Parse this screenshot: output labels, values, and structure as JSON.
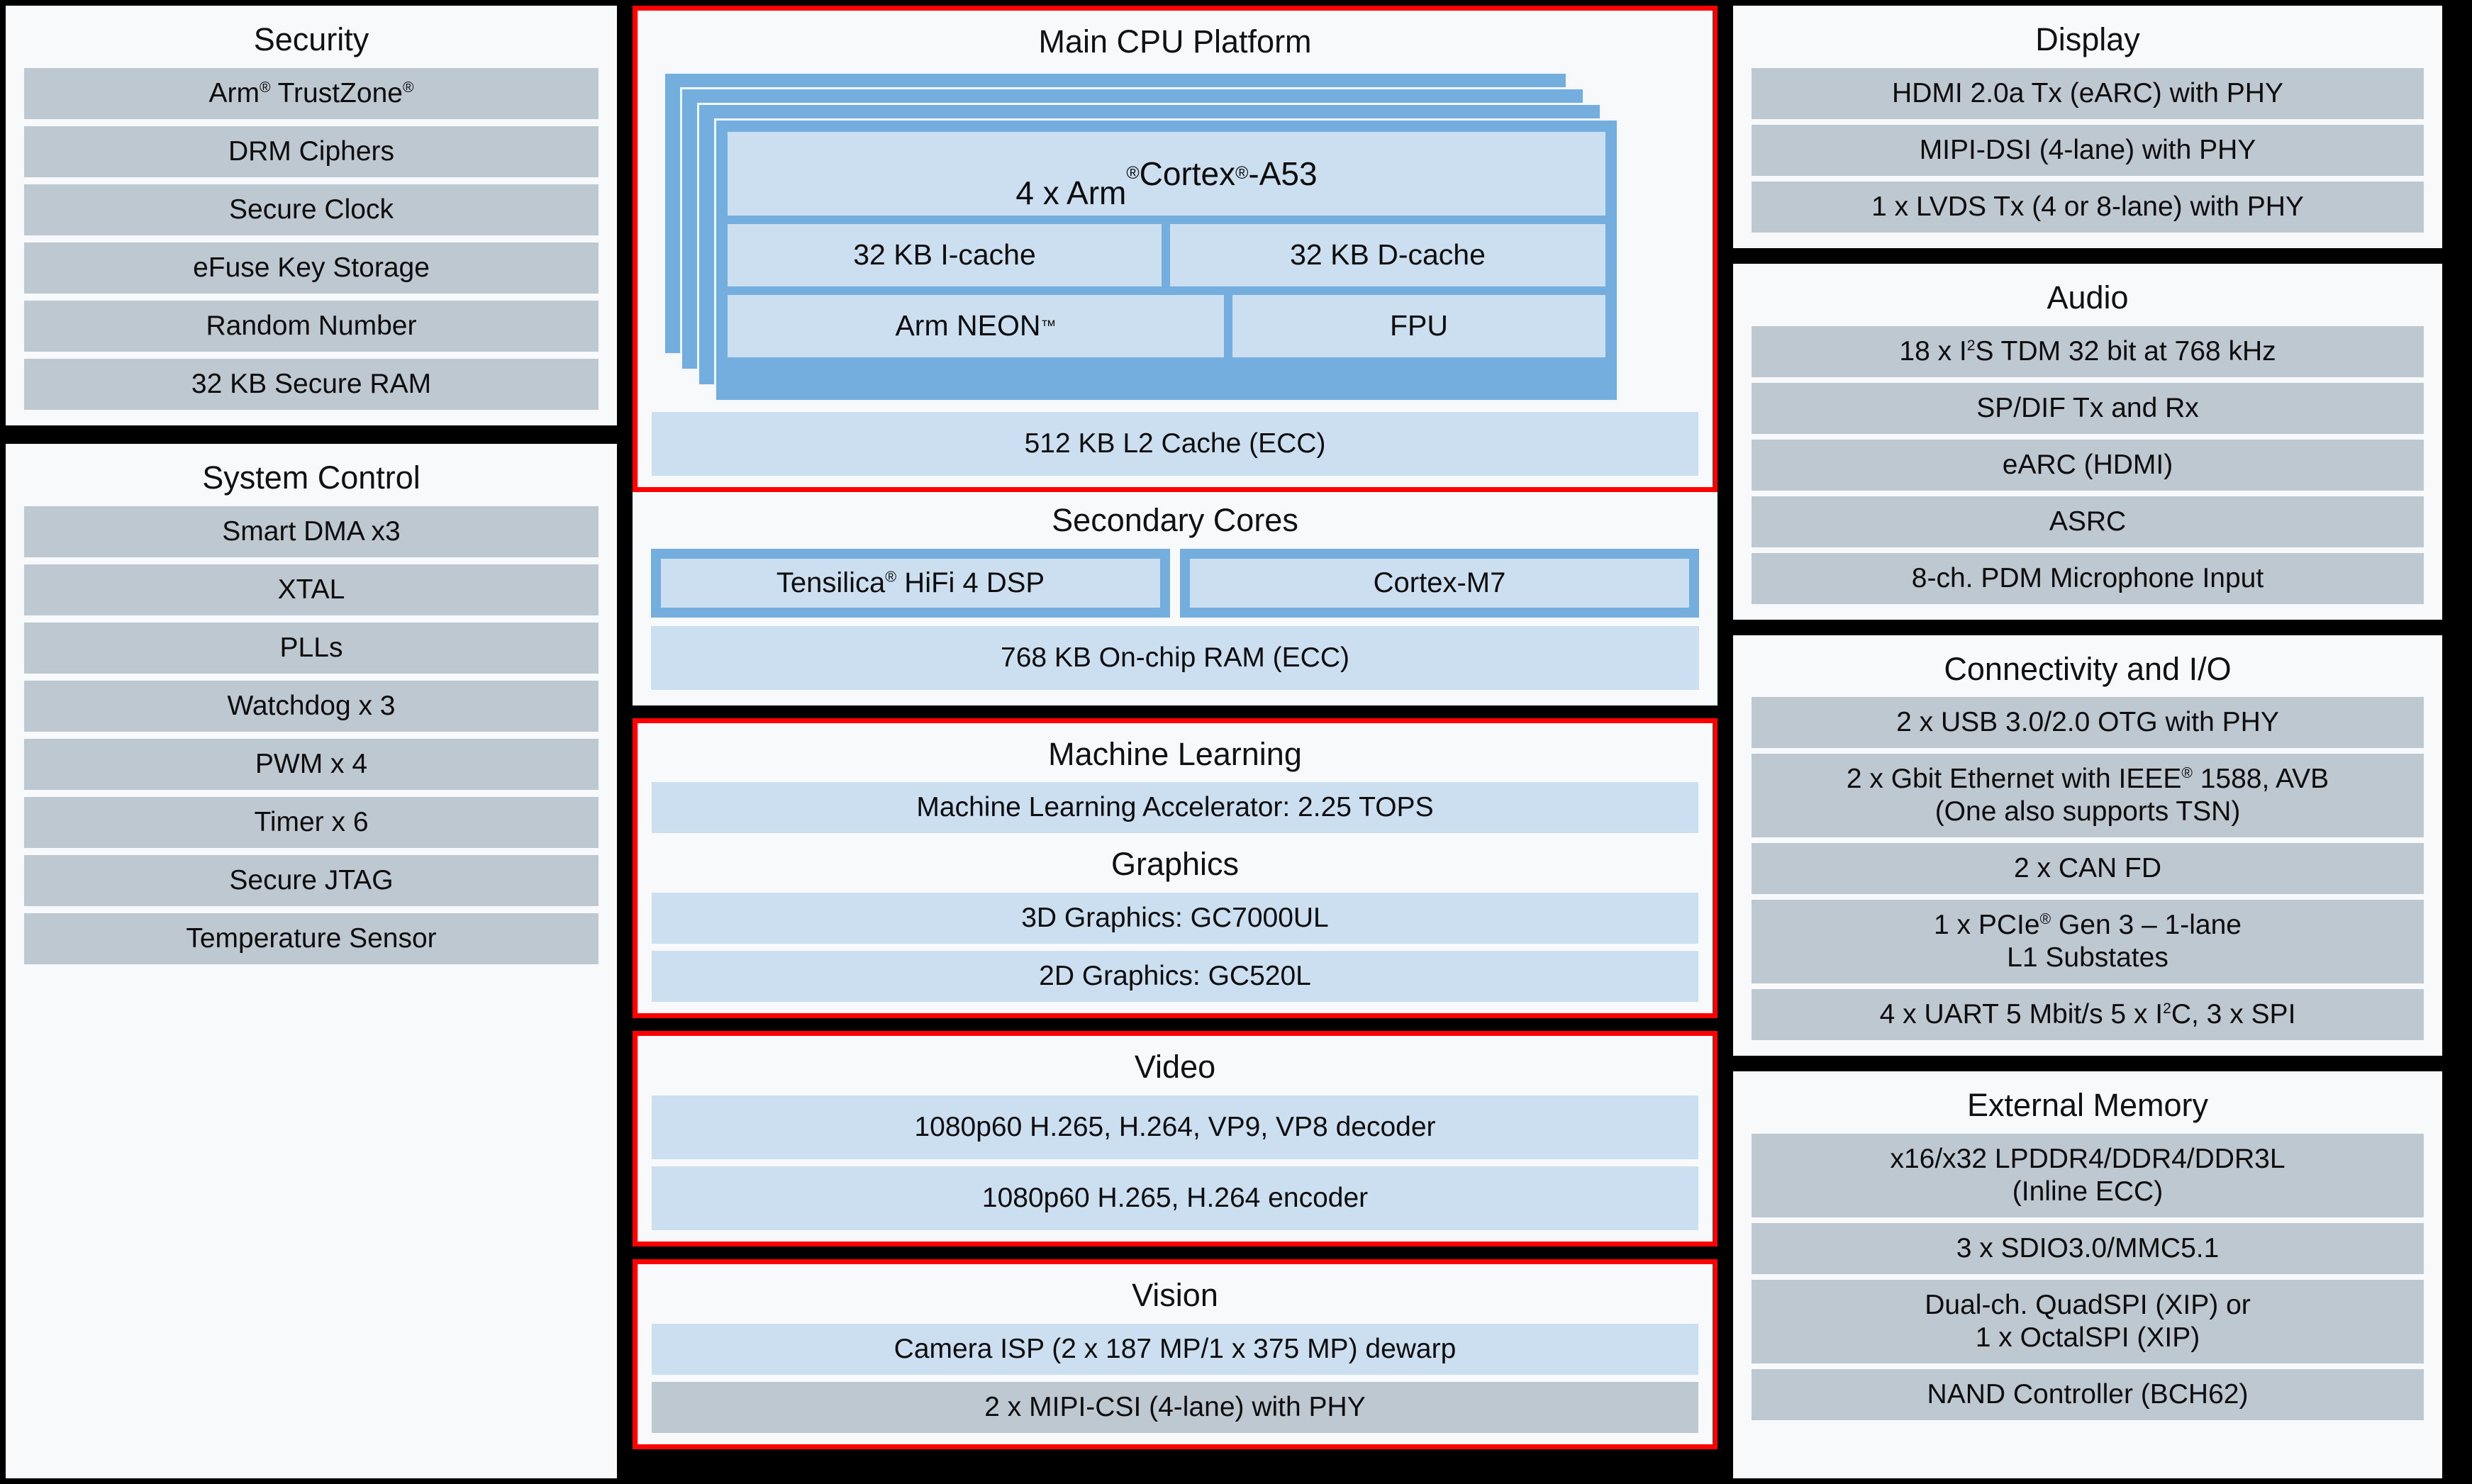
{
  "colors": {
    "background": "#000000",
    "panel_bg": "#F7F9FB",
    "gray_bar": "#BEC8D1",
    "light_blue_bar": "#CBDFF1",
    "medium_blue": "#74AEDE",
    "highlight_border": "#FF0000",
    "text": "#0D0D0D"
  },
  "left_column": {
    "security": {
      "title": "Security",
      "items": [
        "Arm® TrustZone®",
        "DRM Ciphers",
        "Secure Clock",
        "eFuse Key Storage",
        "Random Number",
        "32 KB Secure RAM"
      ]
    },
    "system_control": {
      "title": "System Control",
      "items": [
        "Smart DMA x3",
        "XTAL",
        "PLLs",
        "Watchdog x 3",
        "PWM x 4",
        "Timer x 6",
        "Secure JTAG",
        "Temperature Sensor"
      ]
    }
  },
  "middle_column": {
    "main_cpu_platform": {
      "title": "Main CPU Platform",
      "highlighted": true,
      "core_stack": {
        "layers": 4,
        "core_label": "4 x Arm ® Cortex ®-A53",
        "icache": "32 KB I-cache",
        "dcache": "32 KB D-cache",
        "neon": "Arm NEON™",
        "fpu": "FPU"
      },
      "l2_cache": "512 KB L2 Cache (ECC)"
    },
    "secondary_cores": {
      "title": "Secondary Cores",
      "cores": [
        "Tensilica® HiFi 4 DSP",
        "Cortex-M7"
      ],
      "onchip_ram": "768 KB On-chip RAM (ECC)"
    },
    "machine_learning": {
      "title": "Machine Learning",
      "highlighted": true,
      "items": [
        "Machine Learning Accelerator: 2.25 TOPS"
      ]
    },
    "graphics": {
      "title": "Graphics",
      "items": [
        "3D Graphics: GC7000UL",
        "2D Graphics: GC520L"
      ]
    },
    "video": {
      "title": "Video",
      "highlighted": true,
      "items": [
        "1080p60 H.265, H.264, VP9, VP8 decoder",
        "1080p60 H.265, H.264 encoder"
      ]
    },
    "vision": {
      "title": "Vision",
      "highlighted": true,
      "items": [
        "Camera ISP (2 x 187 MP/1 x 375 MP) dewarp"
      ],
      "gray_items": [
        "2 x MIPI-CSI (4-lane) with PHY"
      ]
    }
  },
  "right_column": {
    "display": {
      "title": "Display",
      "items": [
        "HDMI 2.0a Tx (eARC) with PHY",
        "MIPI-DSI (4-lane) with PHY",
        "1 x LVDS Tx (4 or 8-lane) with PHY"
      ]
    },
    "audio": {
      "title": "Audio",
      "items": [
        "18 x I²S TDM 32 bit at 768 kHz",
        "SP/DIF Tx and Rx",
        "eARC (HDMI)",
        "ASRC",
        "8-ch. PDM Microphone Input"
      ]
    },
    "connectivity_io": {
      "title": "Connectivity and I/O",
      "items": [
        "2 x USB 3.0/2.0 OTG with PHY",
        "2 x Gbit Ethernet with IEEE® 1588, AVB\n(One also supports TSN)",
        "2 x CAN FD",
        "1 x PCIe® Gen 3 – 1-lane\nL1 Substates",
        "4 x UART 5 Mbit/s 5 x I²C, 3 x SPI"
      ]
    },
    "external_memory": {
      "title": "External Memory",
      "items": [
        "x16/x32 LPDDR4/DDR4/DDR3L\n(Inline ECC)",
        "3 x SDIO3.0/MMC5.1",
        "Dual-ch. QuadSPI (XIP) or\n1 x OctalSPI (XIP)",
        "NAND Controller (BCH62)"
      ]
    }
  }
}
